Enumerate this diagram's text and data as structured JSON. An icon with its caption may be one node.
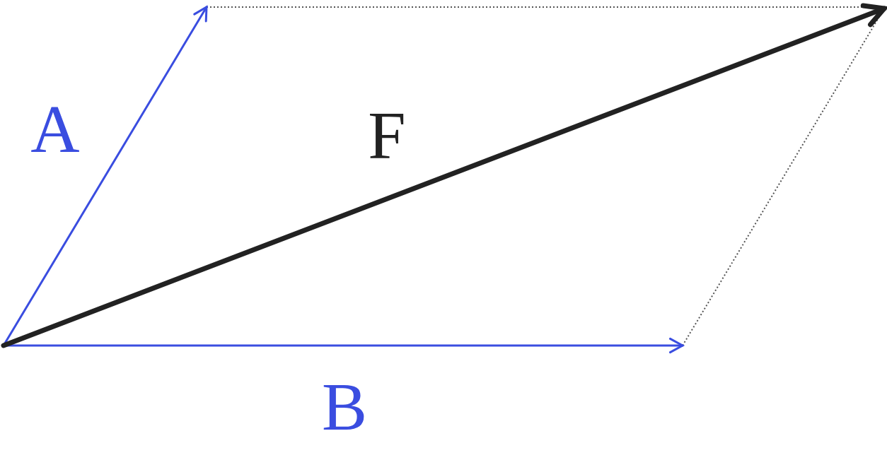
{
  "diagram": {
    "labels": [
      "A",
      "F",
      "B"
    ]
  }
}
